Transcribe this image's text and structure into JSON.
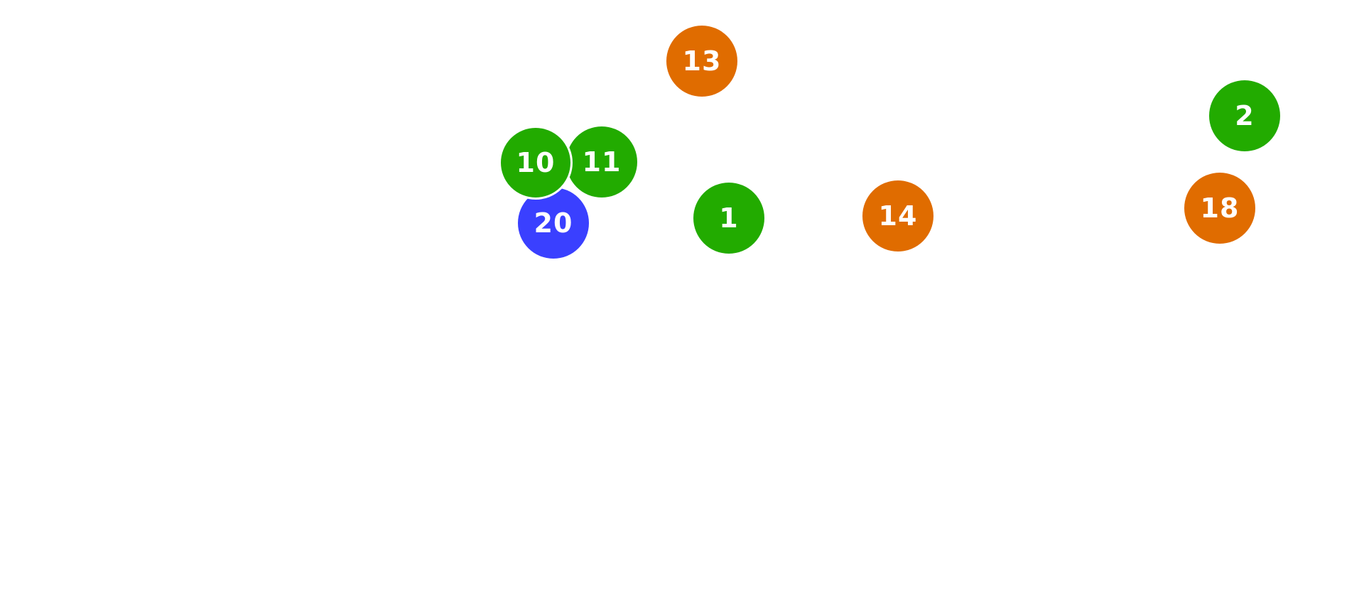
{
  "colors": {
    "green": "#22ab00",
    "orange": "#e06c00",
    "blue": "#3a40ff"
  },
  "markers": [
    {
      "label": "13",
      "color": "orange"
    },
    {
      "label": "2",
      "color": "green"
    },
    {
      "label": "11",
      "color": "green"
    },
    {
      "label": "20",
      "color": "blue"
    },
    {
      "label": "10",
      "color": "green"
    },
    {
      "label": "1",
      "color": "green"
    },
    {
      "label": "14",
      "color": "orange"
    },
    {
      "label": "18",
      "color": "orange"
    }
  ]
}
